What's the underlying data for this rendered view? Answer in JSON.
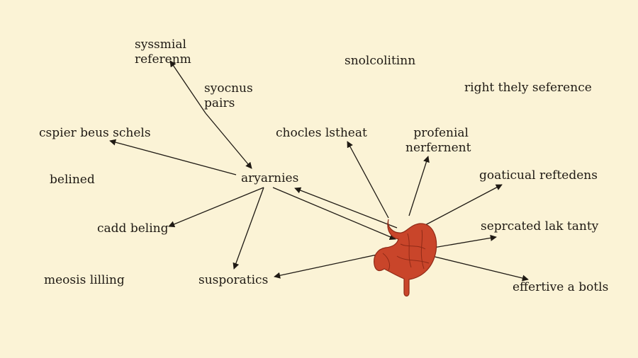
{
  "diagram": {
    "labels": {
      "synsmial_referenm": [
        "syssmial",
        "referenm"
      ],
      "snolcolitinn": "snolcolitinn",
      "syocnus_pairs": [
        "syocnus",
        "pairs"
      ],
      "right_thely_seference": "right thely seference",
      "cspier_beus_schels": "cspier beus schels",
      "chocles_lstheat": "chocles lstheat",
      "profenial_nerfernent": [
        "profenial",
        "nerfernent"
      ],
      "belined": "belined",
      "aryarnies": "aryarnies",
      "goaticual_refdedens": "goaticual reftedens",
      "cadd_beling": "cadd beling",
      "seprcated_lak_tanty": "seprcated lak tanty",
      "meosis_lilling": "meosis lilling",
      "susporatics": "susporatics",
      "effertive_a_botls": "effertive a botls"
    },
    "colors": {
      "background": "#fbf3d6",
      "text": "#1f1a14",
      "arrow": "#1f1a14",
      "organ": "#c9452a",
      "organ_dark": "#8f2a17"
    },
    "organ_icon": "stomach-icon"
  }
}
